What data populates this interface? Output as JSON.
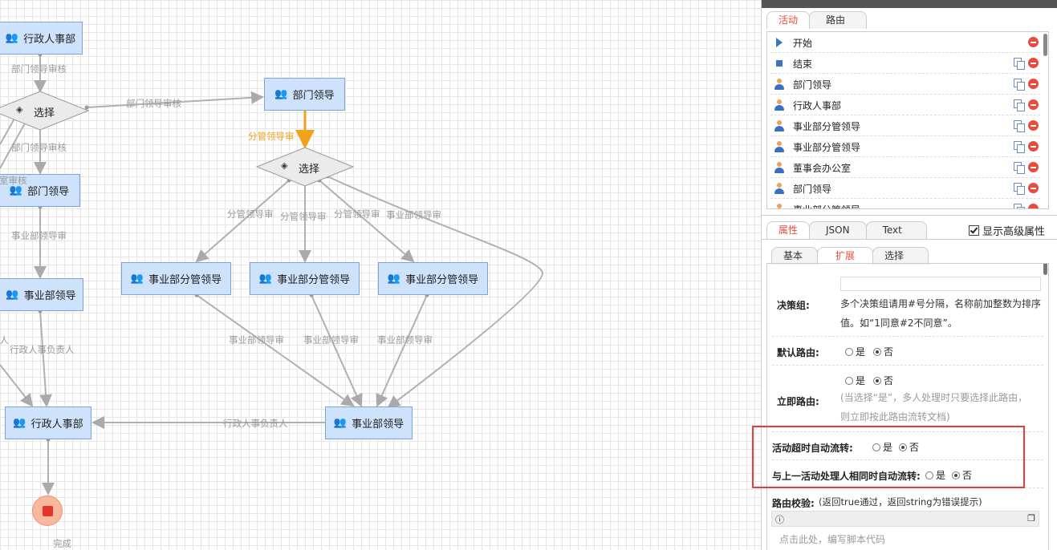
{
  "canvas": {
    "nodes": {
      "admin_hr_top": "行政人事部",
      "dept_leader_left": "部门领导",
      "biz_dept_leader_left": "事业部领导",
      "admin_hr_bottom": "行政人事部",
      "dept_leader_right": "部门领导",
      "biz_sub_1": "事业部分管领导",
      "biz_sub_2": "事业部分管领导",
      "biz_sub_3": "事业部分管领导",
      "biz_dept_leader_right": "事业部领导",
      "gateway_left": "选择",
      "gateway_right": "选择",
      "end_label": "完成"
    },
    "edge_labels": {
      "e1": "部门领导审核",
      "e2": "部门领导审核",
      "e3": "部门领导审核",
      "e4": "室审核",
      "e5": "事业部领导审",
      "e6": "行政人事负责人",
      "e7": "责人",
      "e8": "分管领导审",
      "e9": "分管领导审",
      "e10": "分管领导审",
      "e11": "分管领导审",
      "e12": "事业部领导审",
      "e13": "事业部领导审",
      "e14": "事业部领导审",
      "e15": "事业部领导审",
      "e16": "行政人事负责人"
    }
  },
  "panel": {
    "top_tabs": [
      "活动",
      "路由"
    ],
    "activities": [
      {
        "label": "开始",
        "icon": "play-icon",
        "copy": false
      },
      {
        "label": "结束",
        "icon": "square-icon",
        "copy": true
      },
      {
        "label": "部门领导",
        "icon": "person-icon",
        "copy": true
      },
      {
        "label": "行政人事部",
        "icon": "person-icon",
        "copy": true
      },
      {
        "label": "事业部分管领导",
        "icon": "person-icon",
        "copy": true
      },
      {
        "label": "事业部分管领导",
        "icon": "person-icon",
        "copy": true
      },
      {
        "label": "董事会办公室",
        "icon": "person-icon",
        "copy": true
      },
      {
        "label": "部门领导",
        "icon": "person-icon",
        "copy": true
      },
      {
        "label": "事业部分管领导",
        "icon": "person-icon",
        "copy": true
      }
    ],
    "prop_tabs": [
      "属性",
      "JSON",
      "Text"
    ],
    "advanced_label": "显示高级属性",
    "sub_tabs": [
      "基本",
      "扩展",
      "选择"
    ],
    "form": {
      "decision_label": "决策组:",
      "decision_help_1": "多个决策组请用#号分隔，名称前加整数为排序",
      "decision_help_2": "值。如“1同意#2不同意”。",
      "default_route_label": "默认路由:",
      "immediate_route_label": "立即路由:",
      "immediate_hint_1": "(当选择“是”，多人处理时只要选择此路由，",
      "immediate_hint_2": "则立即按此路由流转文档)",
      "timeout_label": "活动超时自动流转:",
      "same_handler_label": "与上一活动处理人相同时自动流转:",
      "yes": "是",
      "no": "否",
      "route_check_label": "路由校验:",
      "route_check_hint": "(返回true通过，返回string为错误提示)",
      "script_placeholder": "点击此处，编写脚本代码"
    }
  }
}
